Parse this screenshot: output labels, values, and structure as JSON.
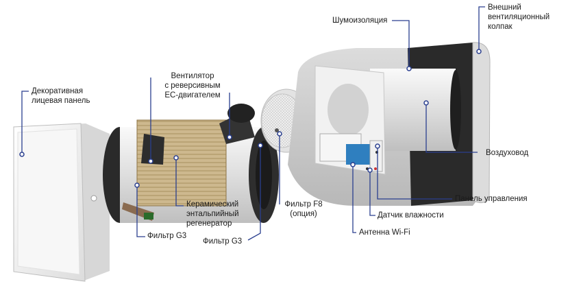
{
  "labels": {
    "front_panel": "Декоративная\nлицевая панель",
    "fan": "Вентилятор\nс реверсивным\nЕС-двигателем",
    "ceramic": "Керамический\nэнтальпийный\nрегенератор",
    "filter_g3_left": "Фильтр G3",
    "filter_g3_right": "Фильтр G3",
    "filter_f8": "Фильтр F8\n(опция)",
    "wifi": "Антенна Wi-Fi",
    "humidity": "Датчик влажности",
    "control_panel": "Панель управления",
    "duct": "Воздуховод",
    "insulation": "Шумоизоляция",
    "hood": "Внешний\nвентиляционный\nколпак"
  },
  "colors": {
    "leader_line": "#2a3f8f",
    "dot": "#2a3f8f",
    "insulation": "#cfcfcf",
    "panel": "#f4f4f4",
    "body_dark": "#2b2b2b",
    "duct": "#e6e6e6",
    "ceramic": "#c9b48a",
    "pcb": "#2f7fbf"
  }
}
